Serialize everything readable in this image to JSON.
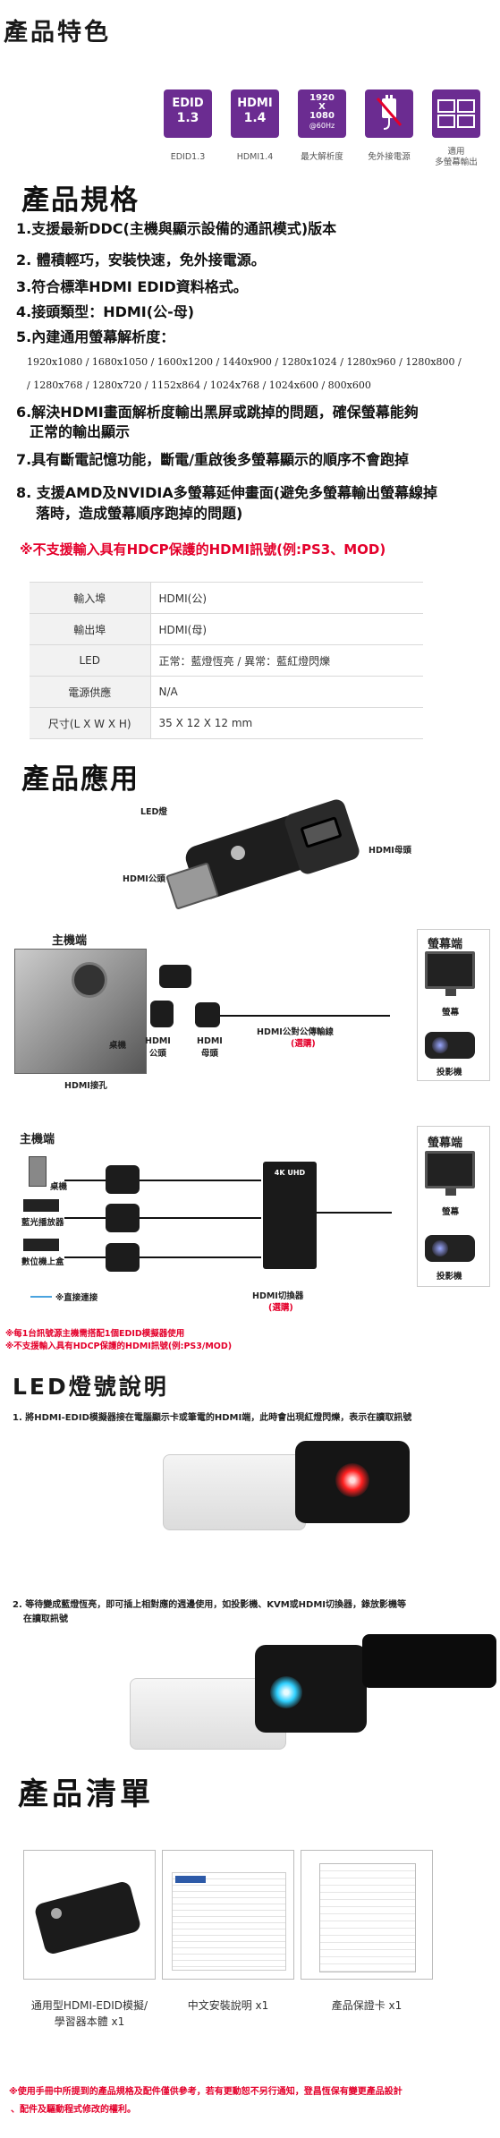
{
  "features": {
    "title": "產品特色",
    "icons": [
      {
        "l1": "EDID",
        "l2": "1.3",
        "caption": "EDID1.3"
      },
      {
        "l1": "HDMI",
        "l2": "1.4",
        "caption": "HDMI1.4"
      },
      {
        "l1": "1920\nX\n1080",
        "l2": "@60Hz",
        "caption": "最大解析度"
      },
      {
        "l1": "",
        "l2": "",
        "caption": "免外接電源"
      },
      {
        "l1": "",
        "l2": "",
        "caption": "適用\n多螢幕輸出"
      }
    ]
  },
  "specs": {
    "title": "產品規格",
    "items": [
      "1.支援最新DDC(主機與顯示設備的通訊模式)版本",
      "2. 體積輕巧，安裝快速，免外接電源。",
      "3.符合標準HDMI EDID資料格式。",
      "4.接頭類型：HDMI(公-母)",
      "5.內建通用螢幕解析度：",
      "6.解決HDMI畫面解析度輸出黑屏或跳掉的問題，確保螢幕能夠",
      "正常的輸出顯示",
      "7.具有斷電記憶功能，斷電/重啟後多螢幕顯示的順序不會跑掉",
      "8. 支援AMD及NVIDIA多螢幕延伸畫面(避免多螢幕輸出螢幕線掉",
      "落時，造成螢幕順序跑掉的問題)"
    ],
    "resolutions_1": "1920x1080 / 1680x1050 / 1600x1200 / 1440x900 / 1280x1024 / 1280x960 / 1280x800 /",
    "resolutions_2": "/ 1280x768 / 1280x720 / 1152x864 / 1024x768 / 1024x600 / 800x600",
    "hdcp_warning": "※不支援輸入具有HDCP保護的HDMI訊號(例:PS3、MOD)",
    "table": [
      {
        "key": "輸入埠",
        "value": "HDMI(公)"
      },
      {
        "key": "輸出埠",
        "value": "HDMI(母)"
      },
      {
        "key": "LED",
        "value": "正常：藍燈恆亮 / 異常：藍紅燈閃爍"
      },
      {
        "key": "電源供應",
        "value": "N/A"
      },
      {
        "key": "尺寸(L X W X H)",
        "value": "35 X 12 X 12 mm"
      }
    ]
  },
  "application": {
    "title": "產品應用",
    "led_label": "LED燈",
    "hdmi_female": "HDMI母頭",
    "hdmi_male": "HDMI公頭",
    "diagram1": {
      "host": "主機端",
      "screen_side": "螢幕端",
      "desktop": "桌機",
      "male": "HDMI\n公頭",
      "female": "HDMI\n母頭",
      "port": "HDMI接孔",
      "cable": "HDMI公對公傳輸線",
      "cable_note": "(選購)",
      "monitor": "螢幕",
      "projector": "投影機"
    },
    "diagram2": {
      "host": "主機端",
      "screen_side": "螢幕端",
      "desktop": "桌機",
      "bluray": "藍光播放器",
      "stb": "數位機上盒",
      "legend": "※直接連接",
      "switch": "HDMI切換器",
      "switch_note": "(選購)",
      "monitor": "螢幕",
      "projector": "投影機",
      "switch_badge": "4K UHD"
    },
    "notes": [
      "※每1台訊號源主機需搭配1個EDID模擬器使用",
      "※不支援輸入具有HDCP保護的HDMI訊號(例:PS3/MOD)"
    ]
  },
  "led": {
    "title": "LED燈號說明",
    "step1": "1. 將HDMI-EDID模擬器接在電腦顯示卡或筆電的HDMI端，此時會出現紅燈閃爍，表示在讀取訊號",
    "step2a": "2. 等待變成藍燈恆亮，即可插上相對應的週邊使用，如投影機、KVM或HDMI切換器，錄放影機等",
    "step2b": "在讀取訊號"
  },
  "contents": {
    "title": "產品清單",
    "items": [
      {
        "label1": "通用型HDMI-EDID模擬/",
        "label2": "學習器本體 x1"
      },
      {
        "label1": "中文安裝說明 x1",
        "label2": ""
      },
      {
        "label1": "產品保證卡 x1",
        "label2": ""
      }
    ]
  },
  "footer": {
    "line1": "※使用手冊中所提到的產品規格及配件僅供參考，若有更動恕不另行通知，登昌恆保有變更產品設計",
    "line2": "、配件及驅動程式修改的權利。"
  },
  "colors": {
    "accent": "#6b2c91",
    "warn": "#e4002b"
  }
}
